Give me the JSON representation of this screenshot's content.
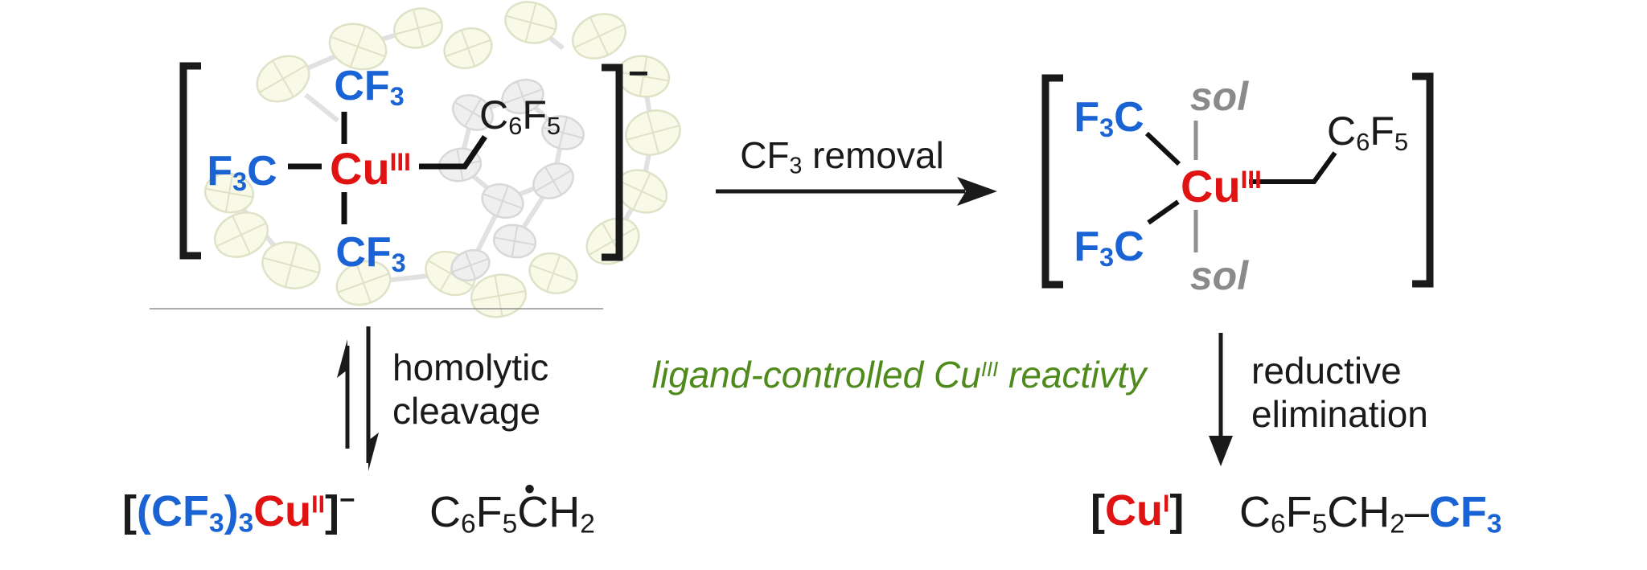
{
  "figure": {
    "title": "ligand-controlled CuIII reactivity scheme"
  },
  "palette": {
    "blue": "#1a63d4",
    "red": "#e01212",
    "green": "#4f8a1d",
    "sol_gray": "#8a8a8a",
    "black": "#1a1a1a"
  },
  "icons": {
    "left_background": "ortep-crystal-structure",
    "top_arrow": "right-arrow",
    "equilibrium": "up-down-harpoon-arrows",
    "down_arrow": "down-arrow"
  },
  "left_complex": {
    "charge": "−",
    "cf3_top": {
      "main": "CF",
      "sub": "3"
    },
    "f3c_left": {
      "f": "F",
      "sub": "3",
      "c": "C"
    },
    "cu": {
      "symbol": "Cu",
      "oxidation": "III"
    },
    "benzyl": {
      "c": "C",
      "sub6": "6",
      "f": "F",
      "sub5": "5"
    },
    "cf3_bottom": {
      "main": "CF",
      "sub": "3"
    }
  },
  "top_arrow": {
    "label_main": "CF",
    "label_sub": "3",
    "label_rest": " removal"
  },
  "right_complex": {
    "f3c_top": {
      "f": "F",
      "sub": "3",
      "c": "C"
    },
    "sol_top": "sol",
    "benzyl": {
      "c": "C",
      "sub6": "6",
      "f": "F",
      "sub5": "5"
    },
    "cu": {
      "symbol": "Cu",
      "oxidation": "III"
    },
    "f3c_bottom": {
      "f": "F",
      "sub": "3",
      "c": "C"
    },
    "sol_bottom": "sol"
  },
  "left_branch": {
    "line1": "homolytic",
    "line2": "cleavage"
  },
  "caption": {
    "pre": "ligand-controlled Cu",
    "oxidation": "III",
    "post": " reactivty"
  },
  "right_branch": {
    "line1": "reductive",
    "line2": "elimination"
  },
  "bottom_left": {
    "cuprate": {
      "open": "[",
      "blue_open": "(CF",
      "sub_a": "3",
      "blue_close": ")",
      "sub_b": "3",
      "cu": "Cu",
      "oxidation": "II",
      "close": "]",
      "charge": "−"
    },
    "radical": {
      "c1": "C",
      "sub6": "6",
      "f": "F",
      "sub5": "5",
      "c2": "C",
      "dot": "•",
      "h": "H",
      "sub2": "2"
    }
  },
  "bottom_right": {
    "cu_i": {
      "open": "[",
      "cu": "Cu",
      "oxidation": "I",
      "close": "]"
    },
    "product": {
      "c1": "C",
      "sub6": "6",
      "f": "F",
      "sub5": "5",
      "ch": "CH",
      "sub2": "2",
      "dash": "–",
      "cf": "CF",
      "sub3": "3"
    }
  }
}
